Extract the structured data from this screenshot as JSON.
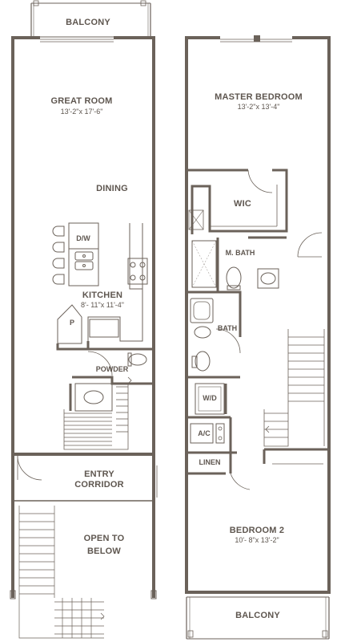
{
  "colors": {
    "wall": "#6b625a",
    "line": "#8a817a",
    "text": "#5e564f",
    "background": "#ffffff"
  },
  "left_floor": {
    "balcony": "BALCONY",
    "great_room": {
      "name": "GREAT ROOM",
      "dimensions": "13'-2\"x 17'-6\""
    },
    "dining": "DINING",
    "dishwasher": "D/W",
    "kitchen": {
      "name": "KITCHEN",
      "dimensions": "8'- 11\"x 11'-4\""
    },
    "pantry": "P",
    "powder": "POWDER",
    "entry_line1": "ENTRY",
    "entry_line2": "CORRIDOR",
    "open_line1": "OPEN TO",
    "open_line2": "BELOW"
  },
  "right_floor": {
    "master_bedroom": {
      "name": "MASTER BEDROOM",
      "dimensions": "13'-2\"x 13'-4\""
    },
    "wic": "WIC",
    "master_bath": "M. BATH",
    "bath": "BATH",
    "washer_dryer": "W/D",
    "ac": "A/C",
    "linen": "LINEN",
    "bedroom2": {
      "name": "BEDROOM 2",
      "dimensions": "10'- 8\"x 13'-2\""
    },
    "balcony": "BALCONY"
  }
}
